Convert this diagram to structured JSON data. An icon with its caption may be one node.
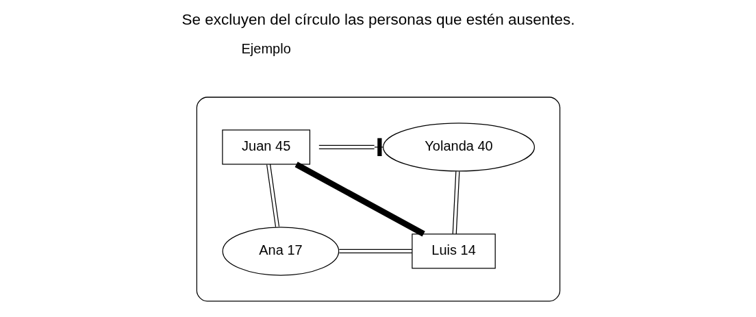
{
  "diagram": {
    "title": "Se excluyen del círculo las personas que estén ausentes.",
    "nodes": [
      {
        "text": [],
        "shape": "ellipse"
      },
      {
        "text": [
          "Juan 45"
        ],
        "in": 0
      },
      {
        "text": [
          "Yolanda 40"
        ],
        "in": 0
      },
      {
        "text": [
          "Ana 17"
        ],
        "in": 0
      },
      {
        "text": [
          "Luis 14"
        ],
        "in": 0
      }
    ],
    "edges": [
      {
        "from": 1,
        "to": 2,
        "arrow": "other"
      },
      {
        "from": 1,
        "to": 4,
        "arrow": "none",
        "style": "thick"
      },
      {
        "from": 1,
        "to": 3,
        "arrow": "none"
      },
      {
        "from": 2,
        "to": 4,
        "arrow": "none"
      },
      {
        "from": 3,
        "to": 4,
        "arrow": "none"
      }
    ],
    "labels": [
      "Ejemplo"
    ]
  }
}
